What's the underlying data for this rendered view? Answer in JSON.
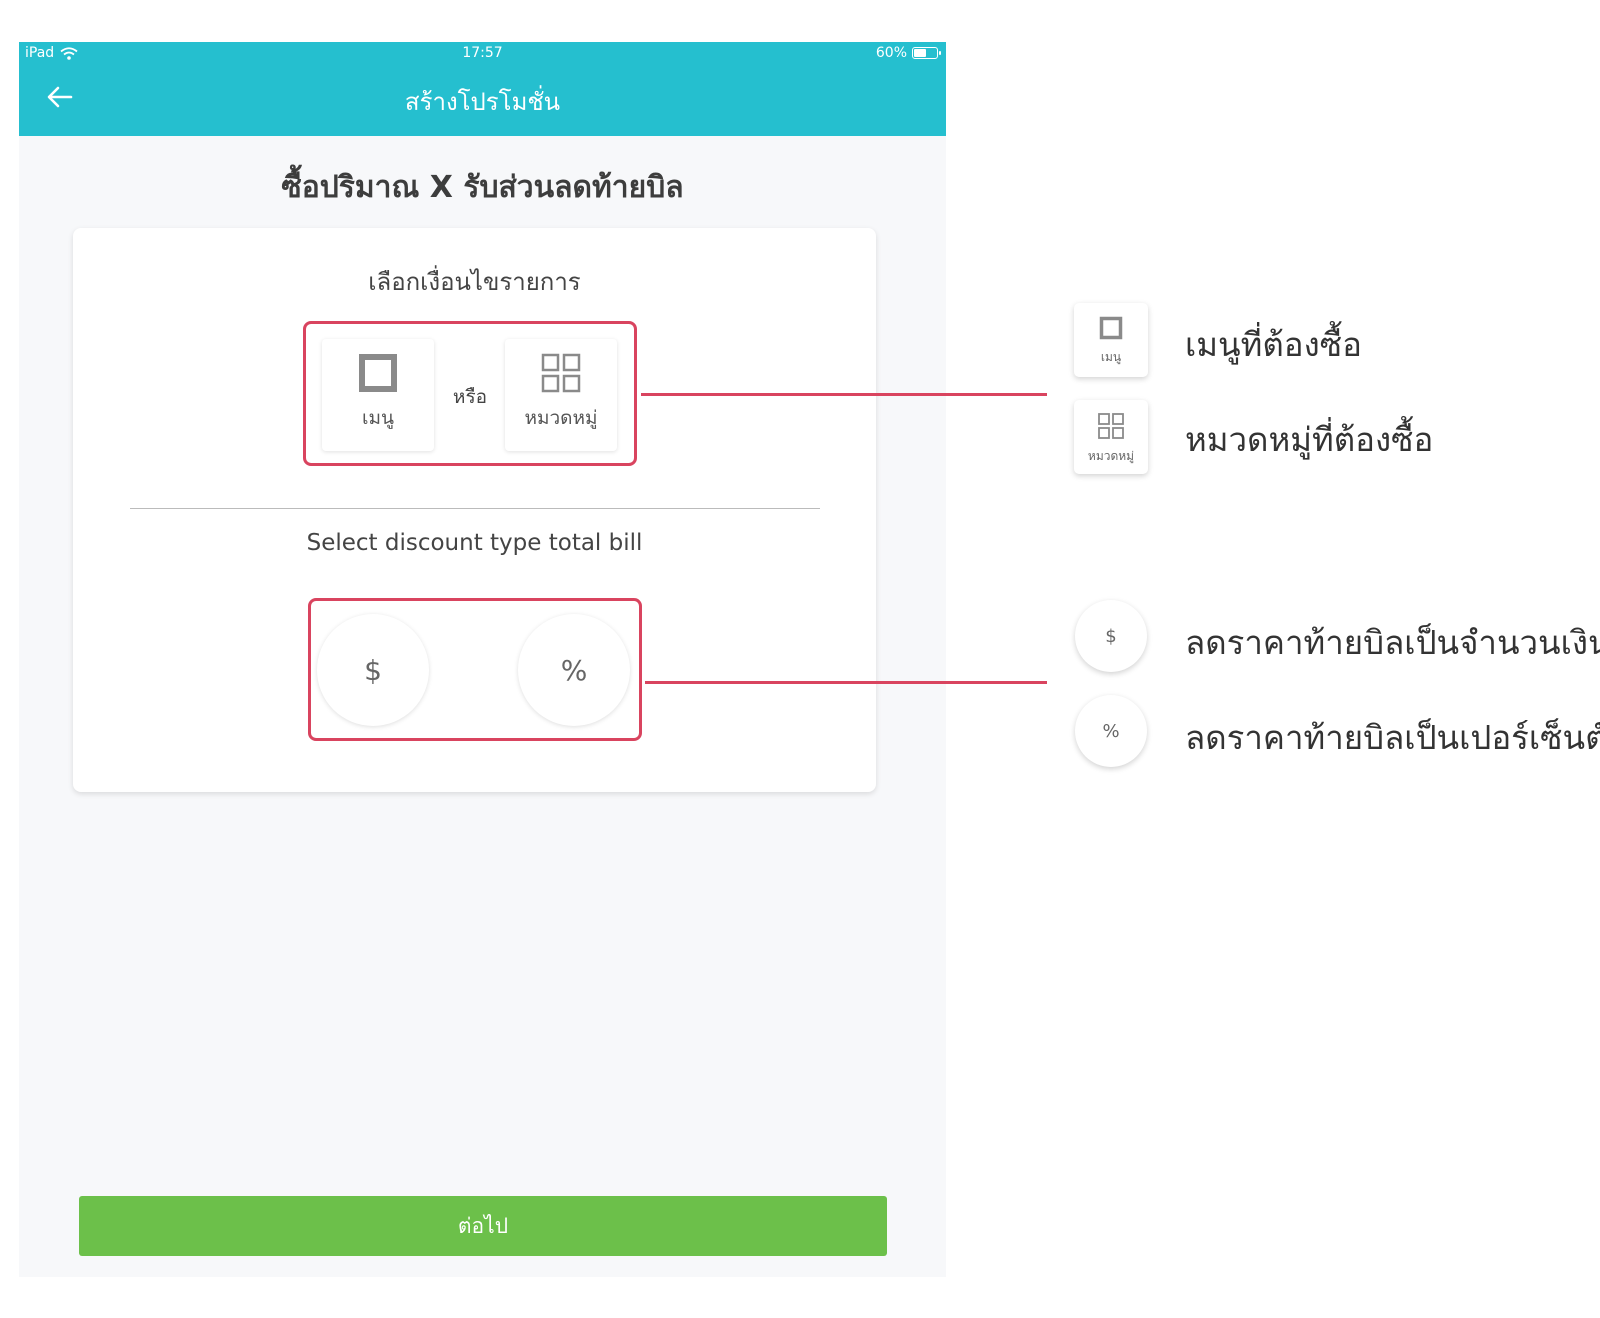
{
  "status_bar": {
    "device": "iPad",
    "time": "17:57",
    "battery": "60%",
    "battery_level": 0.6
  },
  "header": {
    "title": "สร้างโปรโมชั่น"
  },
  "page_title": "ซื้อปริมาณ X รับส่วนลดท้ายบิล",
  "condition_section": {
    "label": "เลือกเงื่อนไขรายการ",
    "menu_label": "เมนู",
    "or_text": "หรือ",
    "category_label": "หมวดหมู่"
  },
  "discount_section": {
    "label": "Select discount type total bill",
    "amount_symbol": "$",
    "percent_symbol": "%"
  },
  "next_button": "ต่อไป",
  "legend": {
    "menu_tile_label": "เมนู",
    "category_tile_label": "หมวดหมู่",
    "amount_symbol": "$",
    "percent_symbol": "%",
    "menu_text": "เมนูที่ต้องซื้อ",
    "category_text": "หมวดหมู่ที่ต้องซื้อ",
    "amount_text": "ลดราคาท้ายบิลเป็นจำนวนเงิน",
    "percent_text": "ลดราคาท้ายบิลเป็นเปอร์เซ็นต์"
  },
  "colors": {
    "header": "#25bfcf",
    "highlight": "#d9445f",
    "next_button": "#6cc04a",
    "background": "#f7f8fa"
  },
  "icons": [
    "wifi-icon",
    "battery-icon",
    "back-arrow-icon",
    "square-icon",
    "grid-icon"
  ]
}
